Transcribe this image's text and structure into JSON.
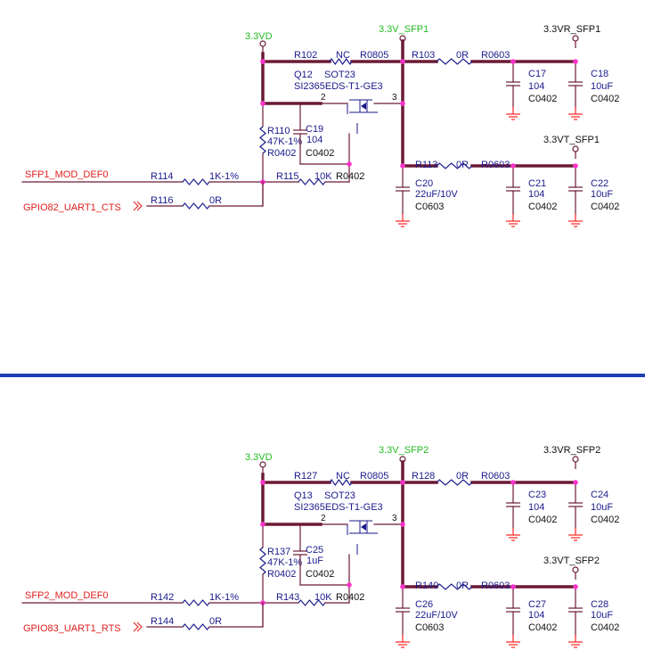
{
  "colors": {
    "bus": "#6b1a36",
    "wire": "#6b1a36",
    "label": "#1a1a8c",
    "power_net": "#22bb22",
    "port_text": "#e0201e",
    "junction": "#ff33cc",
    "ground": "#ff2222",
    "divider": "#1f3fb5",
    "resistor": "#1a1a8c"
  },
  "sections": [
    {
      "power_in": "3.3VD",
      "power_sfp": "3.3V_SFP1",
      "power_rx": "3.3VR_SFP1",
      "power_tx": "3.3VT_SFP1",
      "signal_in": "SFP1_MOD_DEF0",
      "signal_out": "GPIO82_UART1_CTS",
      "r_nc": {
        "ref": "R102",
        "value": "NC",
        "pkg": "R0805"
      },
      "r_rx": {
        "ref": "R103",
        "value": "0R",
        "pkg": "R0603"
      },
      "r_tx": {
        "ref": "R113",
        "value": "0R",
        "pkg": "R0603"
      },
      "r_pull": {
        "ref": "R110",
        "value": "47K-1%",
        "pkg": "R0402"
      },
      "r_in": {
        "ref": "R114",
        "value": "1K-1%"
      },
      "r_gate": {
        "ref": "R115",
        "value": "10K",
        "pkg": "R0402"
      },
      "r_out": {
        "ref": "R116",
        "value": "0R"
      },
      "q": {
        "ref": "Q12",
        "pkg": "SOT23",
        "part": "SI2365EDS-T1-GE3",
        "pin_gate": "2",
        "pin_drain": "3"
      },
      "c_gate": {
        "ref": "C19",
        "value": "104",
        "pkg": "C0402"
      },
      "c_bulk": {
        "ref": "C20",
        "value": "22uF/10V",
        "pkg": "C0603"
      },
      "c_rx1": {
        "ref": "C17",
        "value": "104",
        "pkg": "C0402"
      },
      "c_rx2": {
        "ref": "C18",
        "value": "10uF",
        "pkg": "C0402"
      },
      "c_tx1": {
        "ref": "C21",
        "value": "104",
        "pkg": "C0402"
      },
      "c_tx2": {
        "ref": "C22",
        "value": "10uF",
        "pkg": "C0402"
      }
    },
    {
      "power_in": "3.3VD",
      "power_sfp": "3.3V_SFP2",
      "power_rx": "3.3VR_SFP2",
      "power_tx": "3.3VT_SFP2",
      "signal_in": "SFP2_MOD_DEF0",
      "signal_out": "GPIO83_UART1_RTS",
      "r_nc": {
        "ref": "R127",
        "value": "NC",
        "pkg": "R0805"
      },
      "r_rx": {
        "ref": "R128",
        "value": "0R",
        "pkg": "R0603"
      },
      "r_tx": {
        "ref": "R140",
        "value": "0R",
        "pkg": "R0603"
      },
      "r_pull": {
        "ref": "R137",
        "value": "47K-1%",
        "pkg": "R0402"
      },
      "r_in": {
        "ref": "R142",
        "value": "1K-1%"
      },
      "r_gate": {
        "ref": "R143",
        "value": "10K",
        "pkg": "R0402"
      },
      "r_out": {
        "ref": "R144",
        "value": "0R"
      },
      "q": {
        "ref": "Q13",
        "pkg": "SOT23",
        "part": "SI2365EDS-T1-GE3",
        "pin_gate": "2",
        "pin_drain": "3"
      },
      "c_gate": {
        "ref": "C25",
        "value": "1uF",
        "pkg": "C0402"
      },
      "c_bulk": {
        "ref": "C26",
        "value": "22uF/10V",
        "pkg": "C0603"
      },
      "c_rx1": {
        "ref": "C23",
        "value": "104",
        "pkg": "C0402"
      },
      "c_rx2": {
        "ref": "C24",
        "value": "10uF",
        "pkg": "C0402"
      },
      "c_tx1": {
        "ref": "C27",
        "value": "104",
        "pkg": "C0402"
      },
      "c_tx2": {
        "ref": "C28",
        "value": "10uF",
        "pkg": "C0402"
      }
    }
  ]
}
